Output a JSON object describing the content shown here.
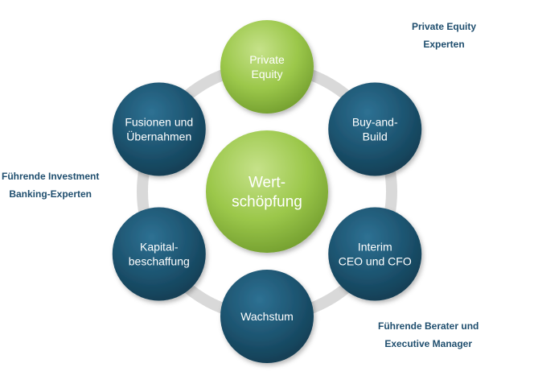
{
  "center": {
    "lines": [
      "Wert-",
      "schöpfung"
    ]
  },
  "nodes": [
    {
      "id": "private-equity",
      "lines": [
        "Private",
        "Equity"
      ],
      "theme": "green"
    },
    {
      "id": "buy-and-build",
      "lines": [
        "Buy-and-",
        "Build"
      ],
      "theme": "blue"
    },
    {
      "id": "interim-ceo-cfo",
      "lines": [
        "Interim",
        "CEO und CFO"
      ],
      "theme": "blue"
    },
    {
      "id": "wachstum",
      "lines": [
        "Wachstum"
      ],
      "theme": "blue"
    },
    {
      "id": "kapitalbeschaffung",
      "lines": [
        "Kapital-",
        "beschaffung"
      ],
      "theme": "blue"
    },
    {
      "id": "fusionen-uebernahmen",
      "lines": [
        "Fusionen und",
        "Übernahmen"
      ],
      "theme": "blue"
    }
  ],
  "labels": {
    "top_right": {
      "line1": "Private Equity",
      "line2": "Experten"
    },
    "left": {
      "line1": "Führende Investment",
      "line2": "Banking-Experten"
    },
    "bottom_right": {
      "line1": "Führende Berater und",
      "line2": "Executive Manager"
    }
  },
  "colors": {
    "ring": "#d9d9d9",
    "green": "#9bc74a",
    "blue": "#1d5470",
    "label_text": "#1f4e6e"
  }
}
